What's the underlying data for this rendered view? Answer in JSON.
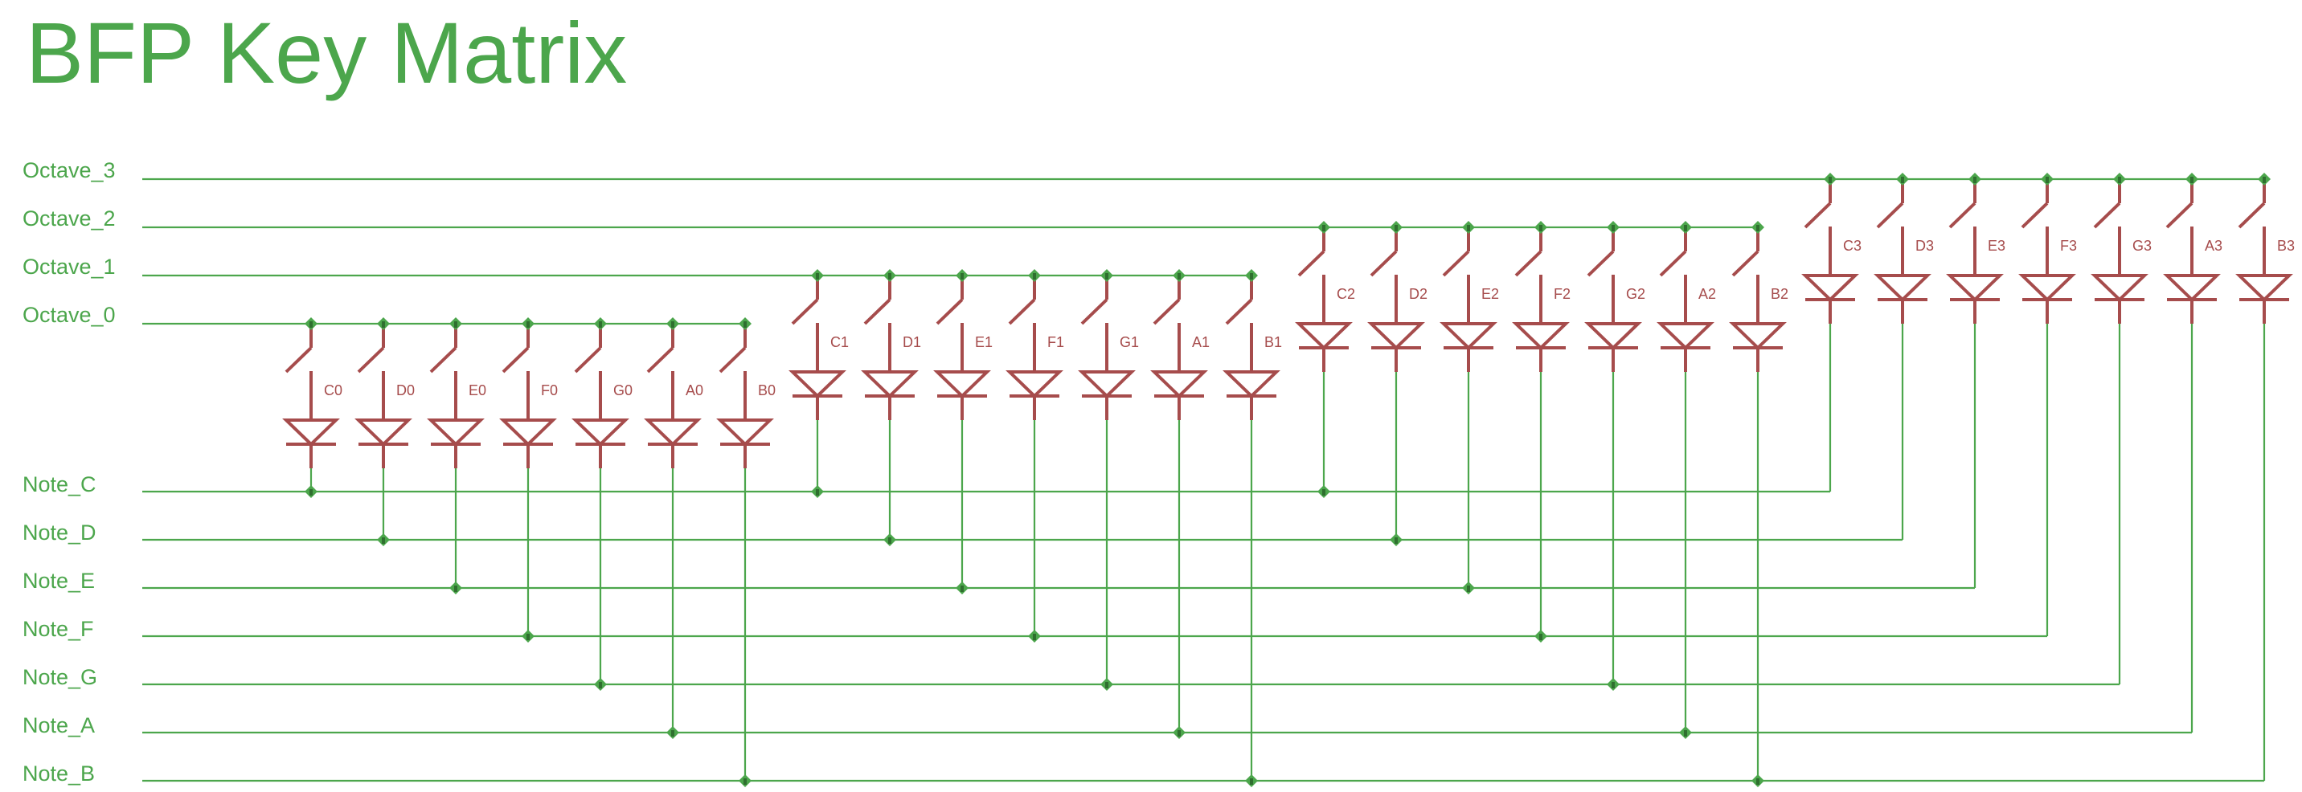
{
  "title": "BFP Key Matrix",
  "colors": {
    "net": "#4ca64c",
    "junction": "#4ca64c",
    "junction_core": "#2f6f2f",
    "component": "#a64c4c",
    "background": "#ffffff"
  },
  "octave_nets": [
    "Octave_3",
    "Octave_2",
    "Octave_1",
    "Octave_0"
  ],
  "note_nets": [
    "Note_C",
    "Note_D",
    "Note_E",
    "Note_F",
    "Note_G",
    "Note_A",
    "Note_B"
  ],
  "notes": [
    "C",
    "D",
    "E",
    "F",
    "G",
    "A",
    "B"
  ],
  "octaves": [
    0,
    1,
    2,
    3
  ],
  "components": [
    {
      "label": "C0",
      "octave_net": "Octave_0",
      "note_net": "Note_C"
    },
    {
      "label": "D0",
      "octave_net": "Octave_0",
      "note_net": "Note_D"
    },
    {
      "label": "E0",
      "octave_net": "Octave_0",
      "note_net": "Note_E"
    },
    {
      "label": "F0",
      "octave_net": "Octave_0",
      "note_net": "Note_F"
    },
    {
      "label": "G0",
      "octave_net": "Octave_0",
      "note_net": "Note_G"
    },
    {
      "label": "A0",
      "octave_net": "Octave_0",
      "note_net": "Note_A"
    },
    {
      "label": "B0",
      "octave_net": "Octave_0",
      "note_net": "Note_B"
    },
    {
      "label": "C1",
      "octave_net": "Octave_1",
      "note_net": "Note_C"
    },
    {
      "label": "D1",
      "octave_net": "Octave_1",
      "note_net": "Note_D"
    },
    {
      "label": "E1",
      "octave_net": "Octave_1",
      "note_net": "Note_E"
    },
    {
      "label": "F1",
      "octave_net": "Octave_1",
      "note_net": "Note_F"
    },
    {
      "label": "G1",
      "octave_net": "Octave_1",
      "note_net": "Note_G"
    },
    {
      "label": "A1",
      "octave_net": "Octave_1",
      "note_net": "Note_A"
    },
    {
      "label": "B1",
      "octave_net": "Octave_1",
      "note_net": "Note_B"
    },
    {
      "label": "C2",
      "octave_net": "Octave_2",
      "note_net": "Note_C"
    },
    {
      "label": "D2",
      "octave_net": "Octave_2",
      "note_net": "Note_D"
    },
    {
      "label": "E2",
      "octave_net": "Octave_2",
      "note_net": "Note_E"
    },
    {
      "label": "F2",
      "octave_net": "Octave_2",
      "note_net": "Note_F"
    },
    {
      "label": "G2",
      "octave_net": "Octave_2",
      "note_net": "Note_G"
    },
    {
      "label": "A2",
      "octave_net": "Octave_2",
      "note_net": "Note_A"
    },
    {
      "label": "B2",
      "octave_net": "Octave_2",
      "note_net": "Note_B"
    },
    {
      "label": "C3",
      "octave_net": "Octave_3",
      "note_net": "Note_C"
    },
    {
      "label": "D3",
      "octave_net": "Octave_3",
      "note_net": "Note_D"
    },
    {
      "label": "E3",
      "octave_net": "Octave_3",
      "note_net": "Note_E"
    },
    {
      "label": "F3",
      "octave_net": "Octave_3",
      "note_net": "Note_F"
    },
    {
      "label": "G3",
      "octave_net": "Octave_3",
      "note_net": "Note_G"
    },
    {
      "label": "A3",
      "octave_net": "Octave_3",
      "note_net": "Note_A"
    },
    {
      "label": "B3",
      "octave_net": "Octave_3",
      "note_net": "Note_B"
    }
  ]
}
